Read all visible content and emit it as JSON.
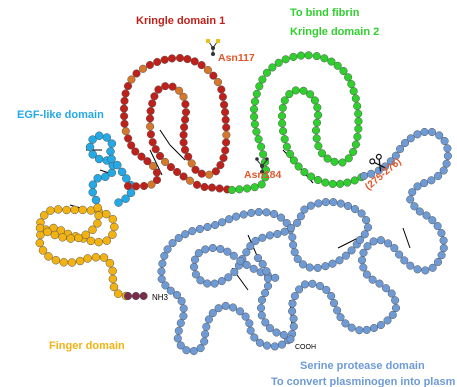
{
  "colors": {
    "finger": "#F2B212",
    "egf": "#23A9E6",
    "kringle1": "#C0201A",
    "kringle1_alt": "#D6782A",
    "kringle2": "#2FD02E",
    "protease": "#6E9BD6",
    "connector": "#7A2D4A",
    "bead_stroke": "#555555",
    "disulfide": "#000000"
  },
  "labels": {
    "kringle1": "Kringle domain 1",
    "fibrin": "To bind fibrin",
    "kringle2": "Kringle domain 2",
    "egf": "EGF-like domain",
    "asn117": "Asn117",
    "asn184": "Asn184",
    "cleavage": "(275-276)",
    "nh3": "NH3",
    "finger": "Finger  domain",
    "cooh": "COOH",
    "serine": "Serine protease domain",
    "plasmin": "To convert plasminogen into plasm"
  },
  "icons": {
    "glycan_1": "glycan-icon",
    "glycan_2": "glycan-icon",
    "scissors": "scissors-icon"
  }
}
